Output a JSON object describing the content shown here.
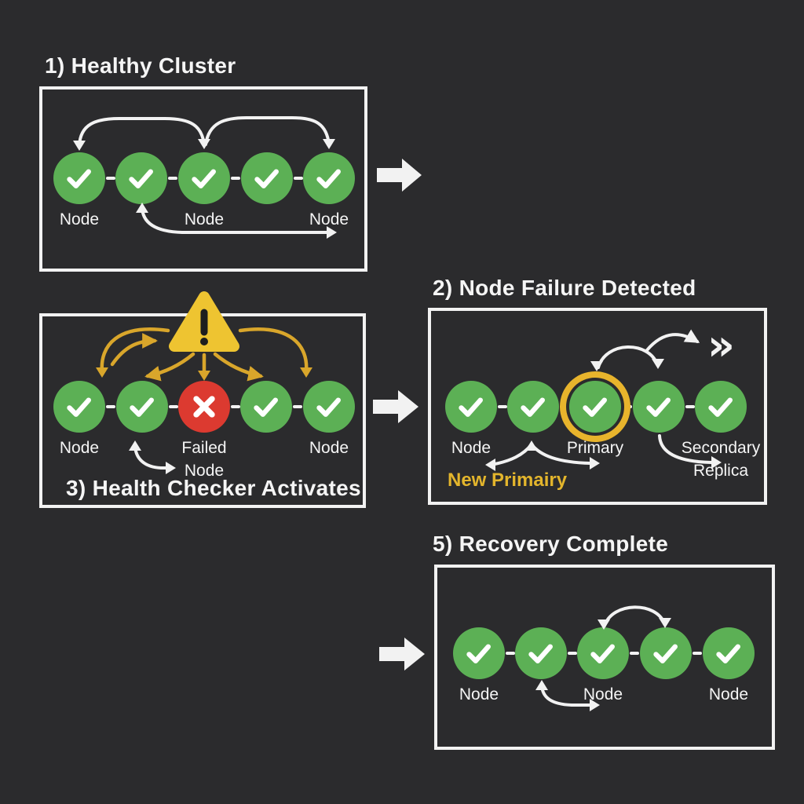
{
  "colors": {
    "background": "#2b2b2d",
    "panel-border": "#f2f2f2",
    "line": "#f2f2f2",
    "text": "#f5f5f5",
    "node-green": "#5cb055",
    "node-red": "#dc3a30",
    "gold": "#d9a62b",
    "ring-gold": "#e8b42c",
    "gold-text": "#e3b52c",
    "warning-yellow": "#eec431"
  },
  "panels": [
    {
      "id": "healthy-cluster",
      "title": "1) Healthy Cluster",
      "nodes": [
        {
          "state": "ok",
          "label": "Node"
        },
        {
          "state": "ok",
          "label": ""
        },
        {
          "state": "ok",
          "label": "Node"
        },
        {
          "state": "ok",
          "label": ""
        },
        {
          "state": "ok",
          "label": "Node"
        }
      ]
    },
    {
      "id": "node-failure-detected",
      "title": "2) Node Failure Detected",
      "annotation": "New Primairy",
      "fast_forward_glyph": "»",
      "nodes": [
        {
          "state": "ok",
          "label": "Node"
        },
        {
          "state": "ok",
          "label": ""
        },
        {
          "state": "primary",
          "label": "Primary"
        },
        {
          "state": "ok",
          "label": ""
        },
        {
          "state": "ok",
          "label": "Secondary\nReplica"
        }
      ]
    },
    {
      "id": "health-checker-activates",
      "title": "3) Health Checker Activates",
      "nodes": [
        {
          "state": "ok",
          "label": "Node"
        },
        {
          "state": "ok",
          "label": ""
        },
        {
          "state": "failed",
          "label": "Failed\nNode"
        },
        {
          "state": "ok",
          "label": ""
        },
        {
          "state": "ok",
          "label": "Node"
        }
      ]
    },
    {
      "id": "recovery-complete",
      "title": "5) Recovery Complete",
      "nodes": [
        {
          "state": "ok",
          "label": "Node"
        },
        {
          "state": "ok",
          "label": ""
        },
        {
          "state": "ok",
          "label": "Node"
        },
        {
          "state": "ok",
          "label": ""
        },
        {
          "state": "ok",
          "label": "Node"
        }
      ]
    }
  ]
}
